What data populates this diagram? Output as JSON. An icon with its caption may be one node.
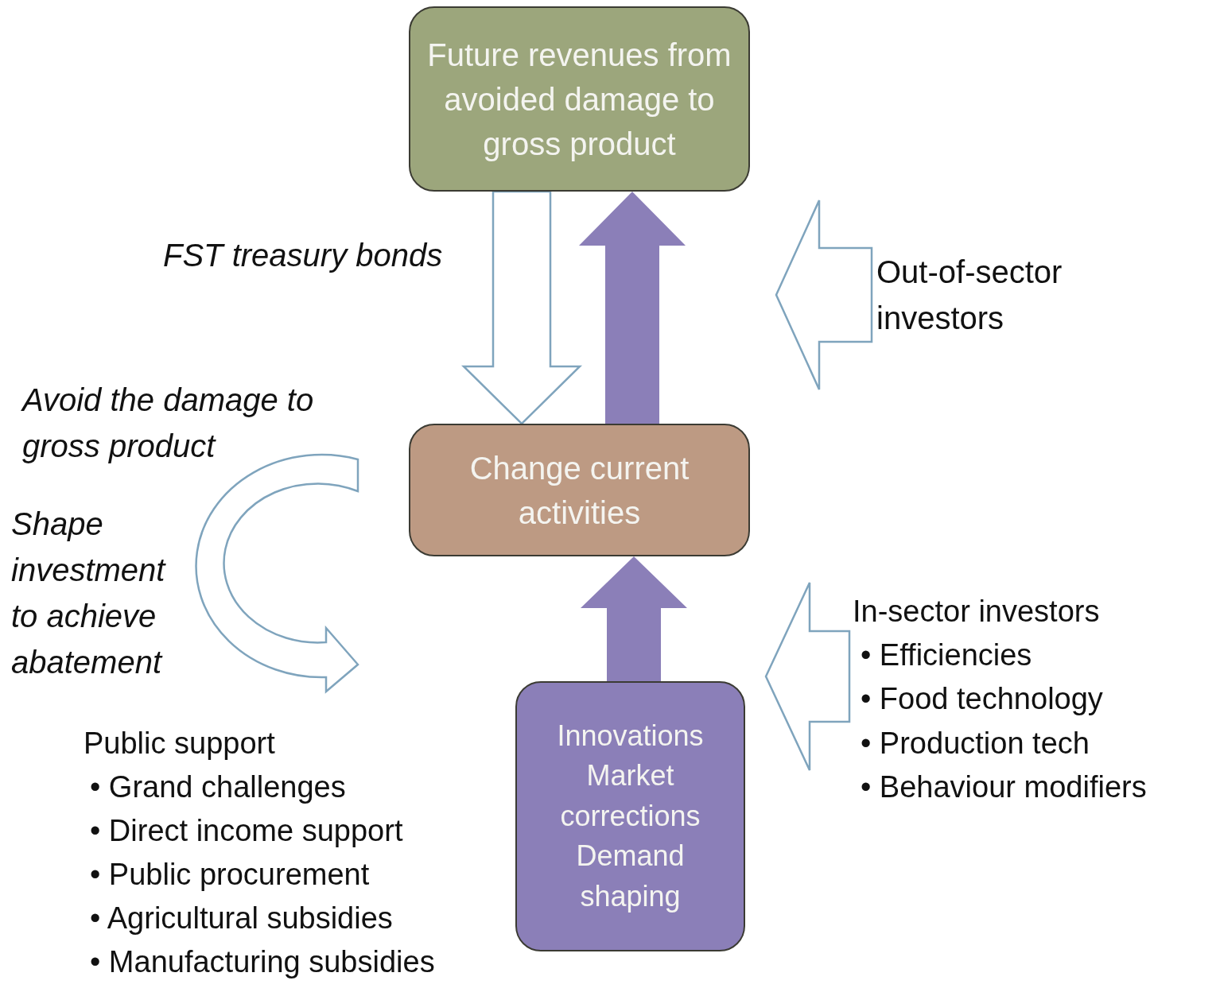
{
  "diagram": {
    "nodes": [
      {
        "text": [
          "Future revenues from avoided damage to gross product"
        ]
      },
      {
        "text": [
          "Change current activities"
        ]
      },
      {
        "text": [
          "Innovations",
          "Market corrections",
          "Demand shaping"
        ]
      },
      {
        "text": [
          "Out-of-sector investors"
        ]
      },
      {
        "text": [
          "In-sector investors",
          "• Efficiencies",
          "• Food technology",
          "• Production tech",
          "• Behaviour modifiers"
        ]
      }
    ],
    "edges": [
      {
        "from": 0,
        "to": 1,
        "arrow": "to",
        "label": "FST treasury bonds"
      },
      {
        "from": 1,
        "to": 0,
        "arrow": "to",
        "style": "thick",
        "color": "#8b7fb8"
      },
      {
        "from": 2,
        "to": 1,
        "arrow": "to",
        "style": "thick",
        "color": "#8b7fb8"
      },
      {
        "from": 3,
        "to": null,
        "arrow": "to"
      },
      {
        "from": 4,
        "to": null,
        "arrow": "to"
      }
    ],
    "labels": [
      "Avoid the damage to gross product",
      "Shape investment to achieve abatement",
      "Public support",
      "• Grand challenges",
      "• Direct income support",
      "• Public procurement",
      "• Agricultural subsidies",
      "• Manufacturing subsidies"
    ]
  }
}
